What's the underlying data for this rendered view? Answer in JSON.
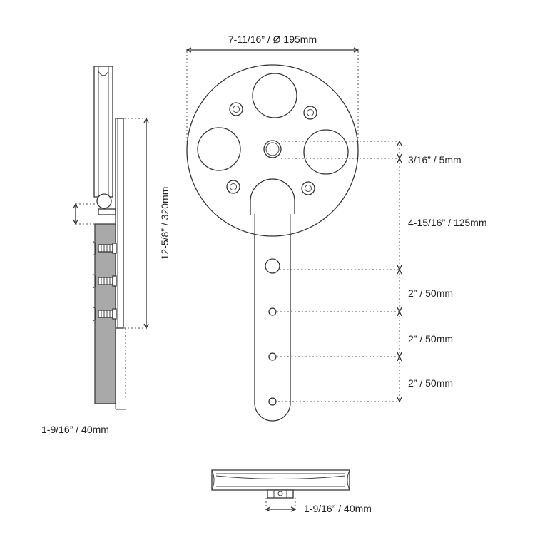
{
  "dimensions": {
    "wheel_diameter": "7-11/16” / Ø 195mm",
    "axle_hole": "3/16” / 5mm",
    "first_hole_offset": "4-15/16” / 125mm",
    "hole_spacing_1": "2” / 50mm",
    "hole_spacing_2": "2” / 50mm",
    "hole_spacing_3": "2” / 50mm",
    "side_height": "12-5/8” / 320mm",
    "side_depth": "1-9/16” / 40mm",
    "bottom_depth": "1-9/16” / 40mm"
  },
  "colors": {
    "line": "#333333",
    "plate_gray": "#a9a9a9"
  }
}
